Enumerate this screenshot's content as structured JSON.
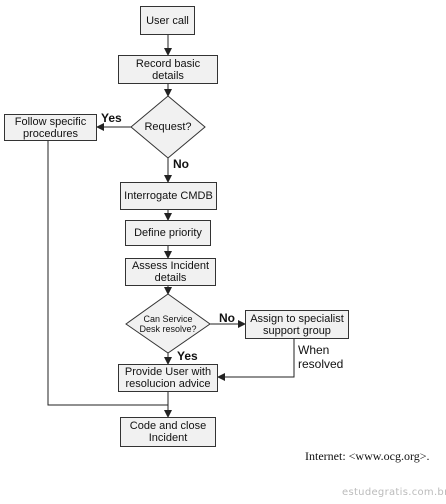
{
  "nodes": {
    "user_call": "User call",
    "record": "Record basic details",
    "request": "Request?",
    "follow": "Follow specific procedures",
    "interrogate": "Interrogate CMDB",
    "priority": "Define priority",
    "assess": "Assess Incident details",
    "can_resolve": "Can Service Desk resolve?",
    "assign": "Assign to specialist support group",
    "provide": "Provide User with resolucion advice",
    "close": "Code and close Incident"
  },
  "labels": {
    "yes_request": "Yes",
    "no_request": "No",
    "no_resolve": "No",
    "yes_resolve": "Yes",
    "when_resolved": "When resolved"
  },
  "credit": "Internet: <www.ocg.org>.",
  "watermark": "estudegratis.com.br"
}
